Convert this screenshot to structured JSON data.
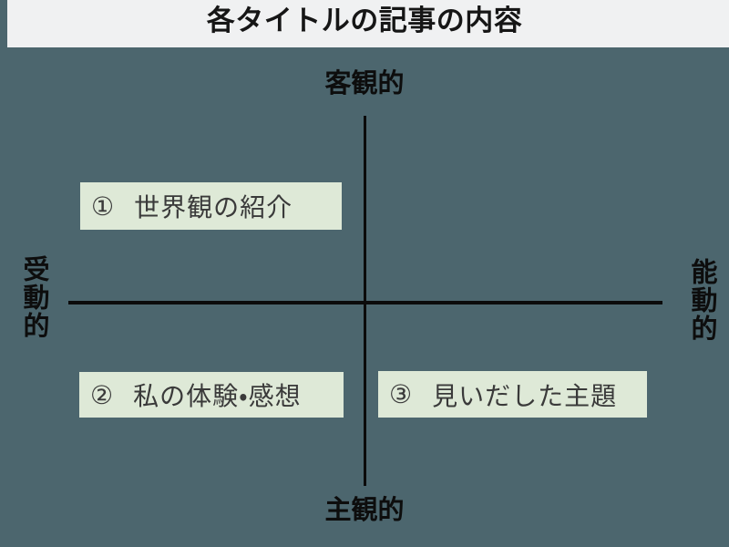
{
  "title": "各タイトルの記事の内容",
  "axes": {
    "top": "客観的",
    "bottom": "主観的",
    "left": "受動的",
    "right": "能動的"
  },
  "items": [
    {
      "number": "①",
      "label": "世界観の紹介",
      "quadrant": "upper-left"
    },
    {
      "number": "②",
      "label": "私の体験・感想",
      "quadrant": "lower-left"
    },
    {
      "number": "③",
      "label": "見いだした主題",
      "quadrant": "lower-right"
    }
  ],
  "colors": {
    "background": "#4c666e",
    "title_bar": "#f0f1f2",
    "item_box": "#dee9d7",
    "axis_line": "#0b0b0b",
    "heading_text": "#161616",
    "item_text": "#3a3a3a"
  }
}
